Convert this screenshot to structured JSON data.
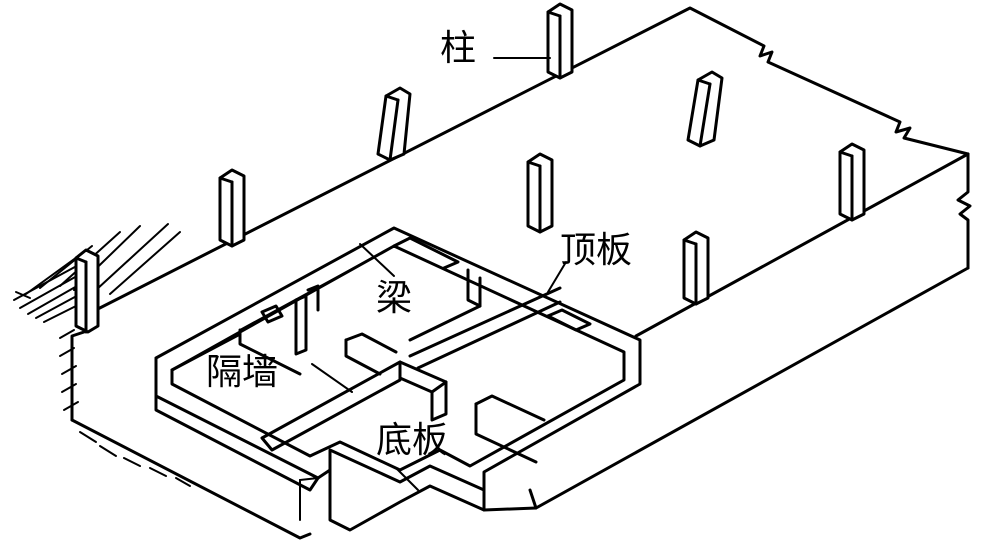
{
  "labels": {
    "column": "柱",
    "roof_slab": "顶板",
    "beam": "梁",
    "partition_wall": "隔墙",
    "base_slab": "底板"
  },
  "colors": {
    "ink": "#000000",
    "paper": "#ffffff"
  }
}
